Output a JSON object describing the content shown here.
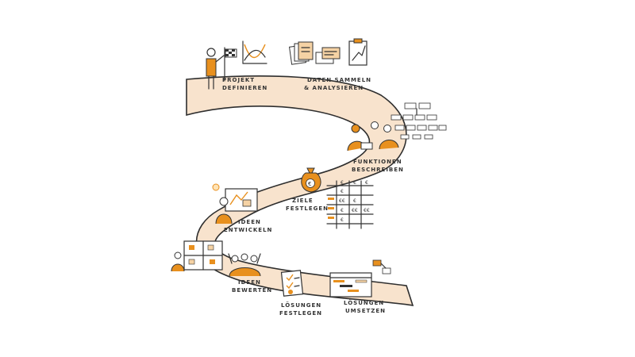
{
  "colors": {
    "path_fill": "#F8E3CD",
    "path_stroke": "#2E2E2E",
    "accent": "#E8901E",
    "ink": "#333333"
  },
  "steps": [
    {
      "id": "projekt",
      "line1": "PROJEKT",
      "line2": "DEFINIEREN",
      "icon": "flag-and-curve-chart"
    },
    {
      "id": "daten",
      "line1": "DATEN SAMMELN",
      "line2": "& ANALYSIEREN",
      "icon": "documents-and-clipboard"
    },
    {
      "id": "funktionen",
      "line1": "FUNKTIONEN",
      "line2": "BESCHREIBEN",
      "icon": "team-and-org-chart"
    },
    {
      "id": "ziele",
      "line1": "ZIELE",
      "line2": "FESTLEGEN",
      "icon": "money-bag-and-matrix"
    },
    {
      "id": "ideen-entwickeln",
      "line1": "IDEEN",
      "line2": "ENTWICKELN",
      "icon": "person-at-whiteboard"
    },
    {
      "id": "ideen-bewerten",
      "line1": "IDEEN",
      "line2": "BEWERTEN",
      "icon": "group-and-board"
    },
    {
      "id": "loesungen-festlegen",
      "line1": "LÖSUNGEN",
      "line2": "FESTLEGEN",
      "icon": "checklist"
    },
    {
      "id": "loesungen-umsetzen",
      "line1": "LÖSUNGEN",
      "line2": "UMSETZEN",
      "icon": "gantt-chart"
    }
  ],
  "matrix": {
    "header": [
      "",
      "€",
      "€",
      "€"
    ],
    "cells": [
      [
        "",
        "€",
        "",
        ""
      ],
      [
        "",
        "€€",
        "€",
        ""
      ],
      [
        "",
        "€",
        "€€",
        "€€"
      ],
      [
        "",
        "€",
        "",
        ""
      ]
    ]
  },
  "money_bag_symbol": "€"
}
